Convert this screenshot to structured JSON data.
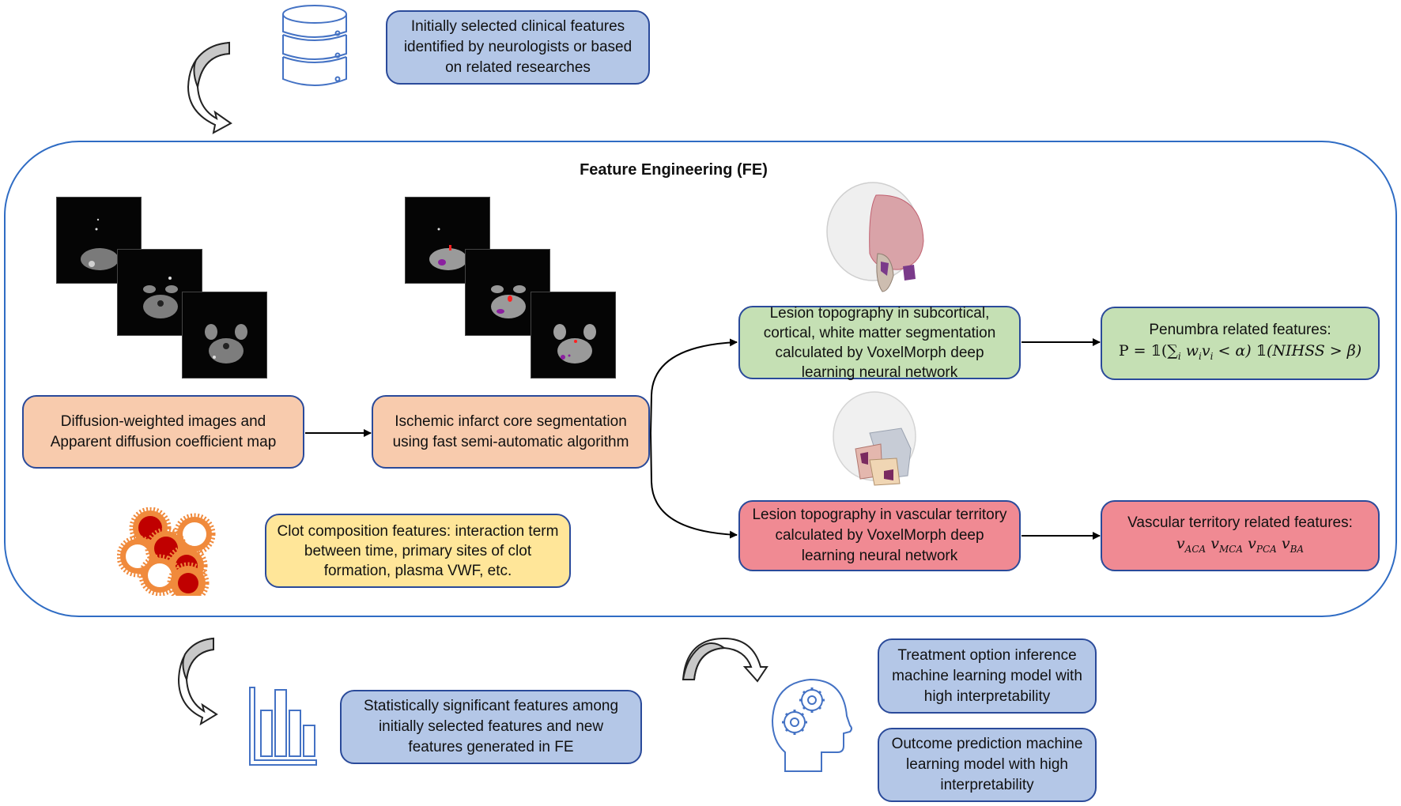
{
  "diagram": {
    "frame_title": "Feature Engineering (FE)",
    "boxes": {
      "initial_features": "Initially selected clinical features identified by neurologists or based on related researches",
      "dwi_adc": "Diffusion-weighted images and Apparent diffusion coefficient map",
      "ischemic_segmentation": "Ischemic infarct core segmentation using fast semi-automatic algorithm",
      "lesion_subcortical": "Lesion topography in subcortical, cortical, white matter segmentation calculated by VoxelMorph deep learning neural network",
      "lesion_vascular": "Lesion topography in vascular territory calculated by VoxelMorph deep learning neural network",
      "clot_composition": "Clot composition features: interaction term between time, primary sites of clot formation, plasma VWF, etc.",
      "penumbra_title": "Penumbra related features:",
      "penumbra_formula": "P = 𝟙(∑ᵢ wᵢvᵢ < α) 𝟙(NIHSS > β)",
      "vascular_title": "Vascular territory related features:",
      "vascular_formula": "v_ACA v_MCA v_PCA v_BA",
      "statistically_significant": "Statistically significant features among initially selected features and new features generated in FE",
      "treatment_model": "Treatment option inference machine learning model with high interpretability",
      "outcome_model": "Outcome prediction machine learning model with high interpretability"
    },
    "penumbra_formula_parts": {
      "lhs": "P = ",
      "ind": "𝟙",
      "sum": "(∑",
      "sum_sub": "i",
      "w": " w",
      "w_sub": "i",
      "v": "v",
      "v_sub": "i",
      "lt": " < α) ",
      "ind2": "𝟙",
      "nihss": "(NIHSS > β)"
    },
    "vascular_terms": [
      {
        "v": "v",
        "sub": "ACA"
      },
      {
        "v": "v",
        "sub": "MCA"
      },
      {
        "v": "v",
        "sub": "PCA"
      },
      {
        "v": "v",
        "sub": "BA"
      }
    ],
    "icons": [
      "database-icon",
      "bar-chart-icon",
      "head-gears-icon",
      "blood-clot-icon",
      "curved-arrow-icon",
      "brain-3d-render",
      "mri-slice"
    ],
    "colors": {
      "frame_border": "#2f6cc4",
      "box_border": "#2a4a9a",
      "blue_fill": "#b4c7e7",
      "orange_fill": "#f8cbad",
      "green_fill": "#c5e0b4",
      "red_fill": "#f08a93",
      "yellow_fill": "#ffe699",
      "icon_blue": "#4472c4"
    }
  }
}
